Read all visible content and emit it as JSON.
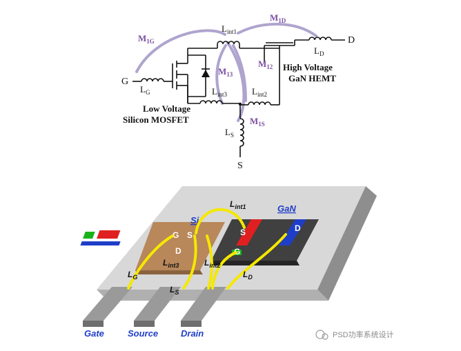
{
  "schematic": {
    "mutuals": {
      "m1g": {
        "main": "M",
        "sub": "1G"
      },
      "m1d": {
        "main": "M",
        "sub": "1D"
      },
      "m13": {
        "main": "M",
        "sub": "13"
      },
      "m12": {
        "main": "M",
        "sub": "12"
      },
      "m1s": {
        "main": "M",
        "sub": "1S"
      }
    },
    "inductors": {
      "lint1": {
        "main": "L",
        "sub": "int1"
      },
      "lint2": {
        "main": "L",
        "sub": "int2"
      },
      "lint3": {
        "main": "L",
        "sub": "int3"
      },
      "lg": {
        "main": "L",
        "sub": "G"
      },
      "ld": {
        "main": "L",
        "sub": "D"
      },
      "ls": {
        "main": "L",
        "sub": "S"
      }
    },
    "terminals": {
      "gate": "G",
      "drain": "D",
      "source": "S"
    },
    "hv_label": {
      "line1": "High Voltage",
      "line2": "GaN HEMT"
    },
    "lv_label": {
      "line1": "Low Voltage",
      "line2": "Silicon MOSFET"
    }
  },
  "package": {
    "si_label": "Si",
    "gan_label": "GaN",
    "si_pads": {
      "gate": "G",
      "source": "S",
      "drain": "D"
    },
    "gan_pads": {
      "source": "S",
      "drain": "D",
      "gate": "G"
    },
    "wire_labels": {
      "lint1": {
        "main": "L",
        "sub": "int1"
      },
      "lint2": {
        "main": "L",
        "sub": "int2"
      },
      "lint3": {
        "main": "L",
        "sub": "int3"
      },
      "lg": {
        "main": "L",
        "sub": "G"
      },
      "ls": {
        "main": "L",
        "sub": "S"
      },
      "ld": {
        "main": "L",
        "sub": "D"
      }
    },
    "pins": {
      "gate": "Gate",
      "source": "Source",
      "drain": "Drain"
    }
  },
  "watermark": "PSD功率系统设计",
  "colors": {
    "mutual": "#7b4fa3",
    "wire": "#f5e800",
    "pin_label": "#1f3ec8",
    "si_chip": "#b8875a",
    "gan_chip": "#404040",
    "pad_red": "#e02020",
    "pad_blue": "#1f3ec8",
    "pad_green": "#19b319"
  }
}
